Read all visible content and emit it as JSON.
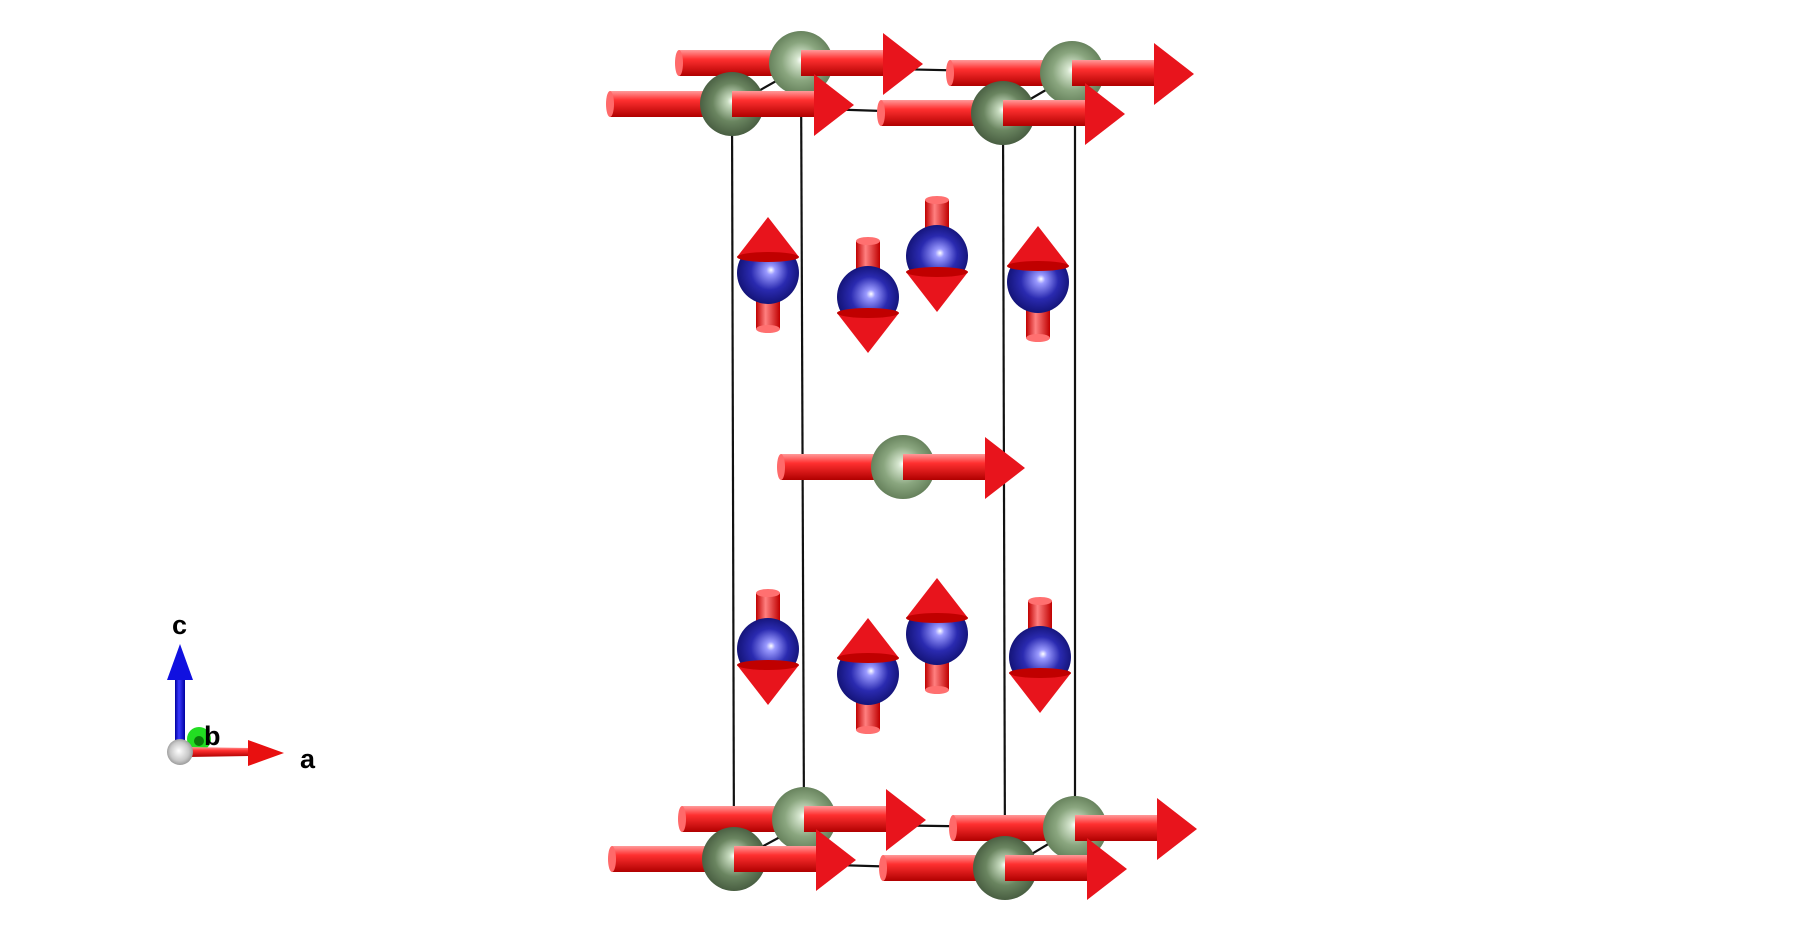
{
  "axes": {
    "a_label": "a",
    "b_label": "b",
    "c_label": "c"
  },
  "colors": {
    "background": "#ffffff",
    "spin_arrow": "#e8141c",
    "corner_atom": "#5f7a55",
    "center_atom": "#6e8a66",
    "magnetic_atom": "#1a1a9a",
    "axis_a": "#e00000",
    "axis_b": "#22dd22",
    "axis_c": "#0000dd",
    "cell_edge": "#111111"
  }
}
